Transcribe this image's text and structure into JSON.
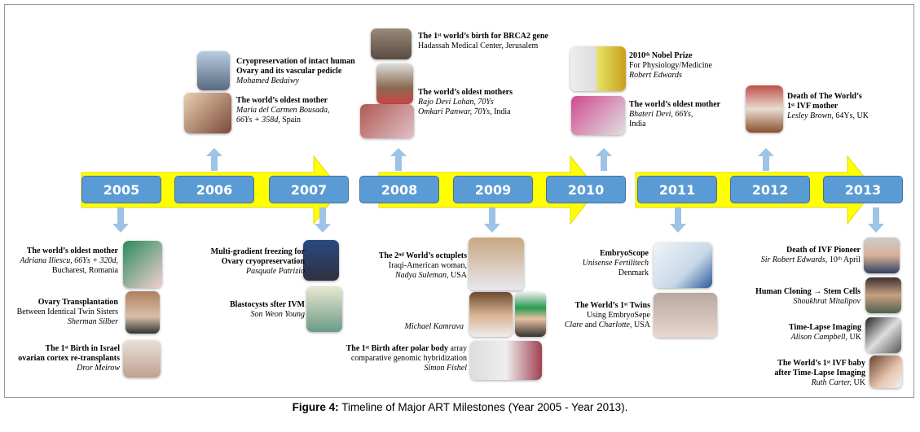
{
  "years": [
    "2005",
    "2006",
    "2007",
    "2008",
    "2009",
    "2010",
    "2011",
    "2012",
    "2013"
  ],
  "colors": {
    "band": "#ffff00",
    "year_box": "#5b9bd5",
    "arrow": "#9dc3e6"
  },
  "events": {
    "bedaiwy": {
      "l1": "Cryopreservation of intact human",
      "l2": "Ovary and its vascular pedicle",
      "l3": "Mohamed Bedaiwy"
    },
    "bousada": {
      "l1": "The world’s oldest mother",
      "l2": "Maria del Carmen Bousada,",
      "l3a": "66Ys + 358d,",
      "l3b": " Spain"
    },
    "brca": {
      "l1": "The 1ˢᵗ world’s birth for BRCA2 gene",
      "l2": "Hadassah Medical Center, Jerusalem"
    },
    "india2008": {
      "l1": "The world’s oldest mothers",
      "l2": "Rajo Devi Lohan, 70Ys",
      "l3a": "Omkari Panwar, 70Ys,",
      "l3b": " India"
    },
    "nobel": {
      "l1": "2010ᵗʰ Nobel Prize",
      "l2": "For Physiology/Medicine",
      "l3": "Robert Edwards"
    },
    "bhateri": {
      "l1": "The world’s oldest mother",
      "l2": "Bhateri Devi, 66Ys,",
      "l3": "India"
    },
    "lesley": {
      "l1": "Death of The World’s",
      "l2": "1ˢᵗ IVF mother",
      "l3a": "Lesley Brown,",
      "l3b": " 64Ys, UK"
    },
    "adriana": {
      "l1": "The world’s oldest mother",
      "l2": "Adriana Iliescu, 66Ys + 320d,",
      "l3": "Bucharest, Romania"
    },
    "silber": {
      "l1": "Ovary Transplantation",
      "l2": "Between Identical Twin Sisters",
      "l3": "Sherman Silber"
    },
    "meirow": {
      "l1": "The 1ˢᵗ Birth in Israel",
      "l2": "ovarian cortex re-transplants",
      "l3": "Dror Meirow"
    },
    "patrizio": {
      "l1": "Multi-gradient freezing for",
      "l2": "Ovary cryopreservation",
      "l3": "Pasquale Patrizio"
    },
    "son": {
      "l1": "Blastocysts sfter IVM",
      "l2": "Son Weon Young"
    },
    "octuplets": {
      "l1": "The 2ⁿᵈ World’s octuplets",
      "l2": "Iraqi-American woman,",
      "l3a": "Nadya Suleman,",
      "l3b": " USA"
    },
    "kamrava": {
      "l1": "Michael Kamrava"
    },
    "fishel": {
      "l1a": "The 1ˢᵗ Birth after polar body",
      "l1b": " array",
      "l2": "comparative genomic hybridization",
      "l3": "Simon Fishel"
    },
    "embryoscope": {
      "l1": "EmbryoScope",
      "l2": "Unisense Fertilitech",
      "l3": "Denmark"
    },
    "twins": {
      "l1": "The World’s 1ˢᵗ Twins",
      "l2": "Using EmbryoSepe",
      "l3a": "Clare",
      "l3b": " and ",
      "l3c": "Charlotte,",
      "l3d": " USA"
    },
    "edwards": {
      "l1": "Death of IVF Pioneer",
      "l2a": "Sir Robert Edwards,",
      "l2b": " 10ᵗʰ April"
    },
    "mitalipov": {
      "l1": "Human Cloning → Stem Cells",
      "l2": "Shoukhrat Mitalipov"
    },
    "campbell": {
      "l1": "Time-Lapse Imaging",
      "l2a": "Alison Campbell,",
      "l2b": " UK"
    },
    "carter": {
      "l1": "The World’s 1ˢᵗ IVF baby",
      "l2": "after Time-Lapse Imaging",
      "l3a": "Ruth Carter,",
      "l3b": " UK"
    }
  },
  "caption": {
    "label": "Figure 4:",
    "text": " Timeline of Major ART Milestones (Year 2005 - Year 2013)."
  }
}
